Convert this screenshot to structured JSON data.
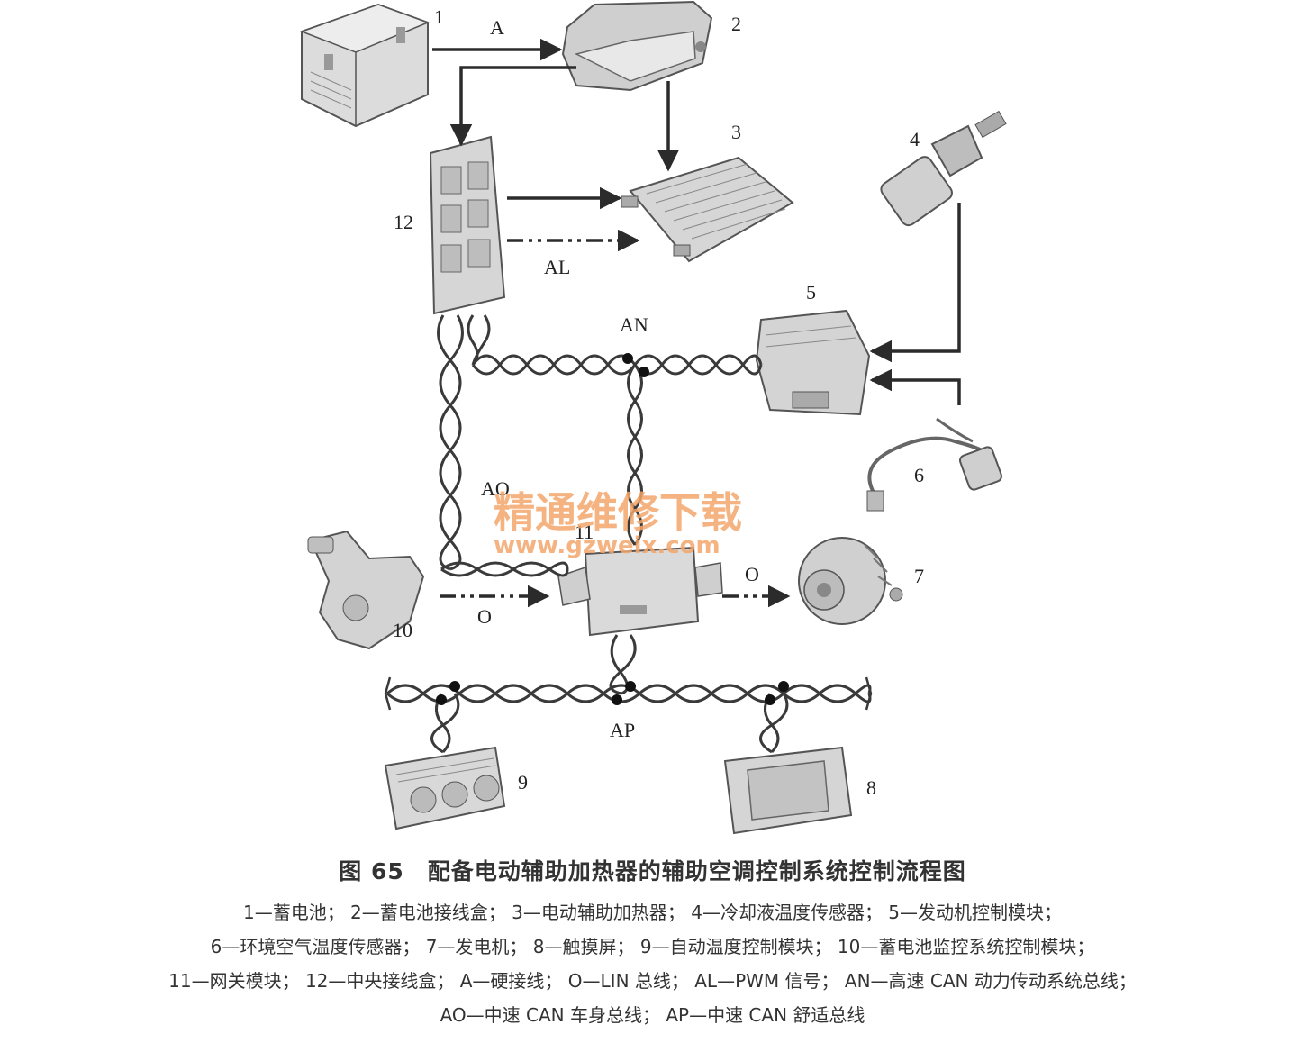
{
  "components": [
    {
      "num": "1",
      "name": "battery-1"
    },
    {
      "num": "2",
      "name": "battery-junction-box-2"
    },
    {
      "num": "3",
      "name": "electric-aux-heater-3"
    },
    {
      "num": "4",
      "name": "coolant-temp-sensor-4"
    },
    {
      "num": "5",
      "name": "engine-control-module-5"
    },
    {
      "num": "6",
      "name": "ambient-temp-sensor-6"
    },
    {
      "num": "7",
      "name": "alternator-7"
    },
    {
      "num": "8",
      "name": "touchscreen-8"
    },
    {
      "num": "9",
      "name": "auto-temp-control-module-9"
    },
    {
      "num": "10",
      "name": "battery-monitor-module-10"
    },
    {
      "num": "11",
      "name": "gateway-module-11"
    },
    {
      "num": "12",
      "name": "central-junction-box-12"
    }
  ],
  "connections": {
    "A": "A",
    "AL": "AL",
    "AN": "AN",
    "AO": "AO",
    "O_left": "O",
    "O_right": "O",
    "AP": "AP"
  },
  "watermark": {
    "text": "精通维修下载",
    "url": "www.gzweix.com"
  },
  "caption": {
    "title": "图 65　配备电动辅助加热器的辅助空调控制系统控制流程图",
    "lines": [
      "1—蓄电池；  2—蓄电池接线盒；  3—电动辅助加热器；  4—冷却液温度传感器；  5—发动机控制模块；",
      "6—环境空气温度传感器；  7—发电机；  8—触摸屏；  9—自动温度控制模块；  10—蓄电池监控系统控制模块；",
      "11—网关模块；  12—中央接线盒；  A—硬接线；  O—LIN 总线；  AL—PWM 信号；  AN—高速 CAN 动力传动系统总线；",
      "AO—中速 CAN 车身总线；  AP—中速 CAN 舒适总线"
    ]
  },
  "colors": {
    "line": "#2b2b2b",
    "watermark": "#f3a66a",
    "device_fill": "#e4e4e4",
    "device_stroke": "#555555"
  }
}
